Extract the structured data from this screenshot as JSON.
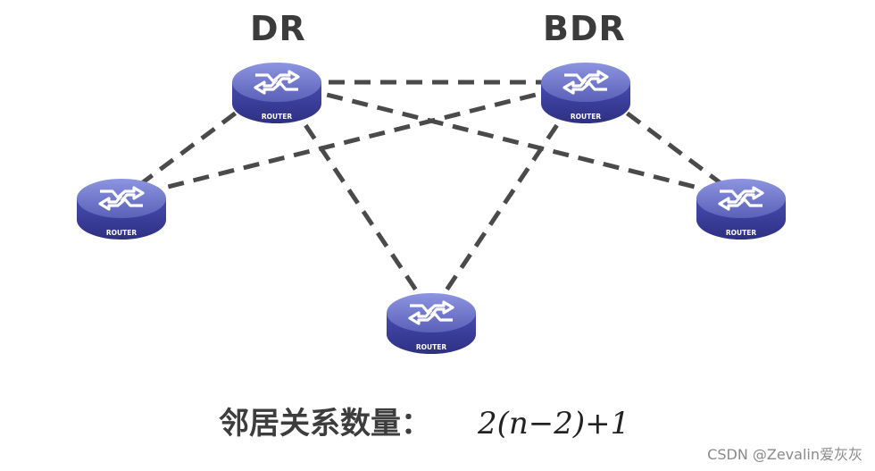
{
  "labels": {
    "dr": "DR",
    "bdr": "BDR"
  },
  "formula": {
    "caption": "邻居关系数量：",
    "expression": "2(n−2)+1"
  },
  "watermark": "CSDN @Zevalin爱灰灰",
  "colors": {
    "router_top": "#6b73c7",
    "router_side": "#3c3f9a",
    "router_arrow": "#ffffff",
    "link": "#4a4a4a"
  },
  "routers": [
    {
      "id": "dr",
      "label": "ROUTER",
      "role": "DR"
    },
    {
      "id": "bdr",
      "label": "ROUTER",
      "role": "BDR"
    },
    {
      "id": "left",
      "label": "ROUTER"
    },
    {
      "id": "right",
      "label": "ROUTER"
    },
    {
      "id": "bottom",
      "label": "ROUTER"
    }
  ],
  "links": [
    {
      "from": "dr",
      "to": "bdr"
    },
    {
      "from": "dr",
      "to": "left"
    },
    {
      "from": "dr",
      "to": "right"
    },
    {
      "from": "dr",
      "to": "bottom"
    },
    {
      "from": "bdr",
      "to": "left"
    },
    {
      "from": "bdr",
      "to": "right"
    },
    {
      "from": "bdr",
      "to": "bottom"
    }
  ]
}
